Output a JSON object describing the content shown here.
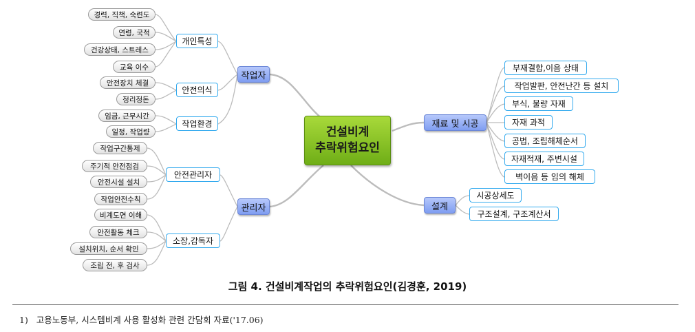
{
  "center": {
    "line1": "건설비계",
    "line2": "추락위험요인"
  },
  "worker": {
    "label": "작업자",
    "personal": {
      "label": "개인특성",
      "items": [
        "경력, 직책, 숙련도",
        "연령, 국적",
        "건강상태, 스트레스",
        "교육 이수"
      ]
    },
    "safety_awareness": {
      "label": "안전의식",
      "items": [
        "안전장치 체결",
        "정리정돈"
      ]
    },
    "work_env": {
      "label": "작업환경",
      "items": [
        "임금, 근무시간",
        "일정, 작업량"
      ]
    }
  },
  "manager": {
    "label": "관리자",
    "safety_manager": {
      "label": "안전관리자",
      "items": [
        "작업구간통제",
        "주기적 안전점검",
        "안전시설 설치",
        "작업안전수칙"
      ]
    },
    "supervisor": {
      "label": "소장,감독자",
      "items": [
        "비계도면 이해",
        "안전활동 체크",
        "설치위치, 순서 확인",
        "조립 전, 후 검사"
      ]
    }
  },
  "material": {
    "label": "재료 및 시공",
    "items": [
      "부재결합,이음 상태",
      "작업발판, 안전난간 등 설치",
      "부식, 불량 자재",
      "자재 과적",
      "공법, 조립해체순서",
      "자재적재, 주변시설",
      "벽이음 등 임의 해체"
    ]
  },
  "design": {
    "label": "설계",
    "items": [
      "시공상세도",
      "구조설계, 구조계산서"
    ]
  },
  "caption": "그림 4. 건설비계작업의 추락위험요인(김경훈, 2019)",
  "footnote": "1)   고용노동부, 시스템비계 사용 활성화 관련 간담회 자료('17.06)"
}
